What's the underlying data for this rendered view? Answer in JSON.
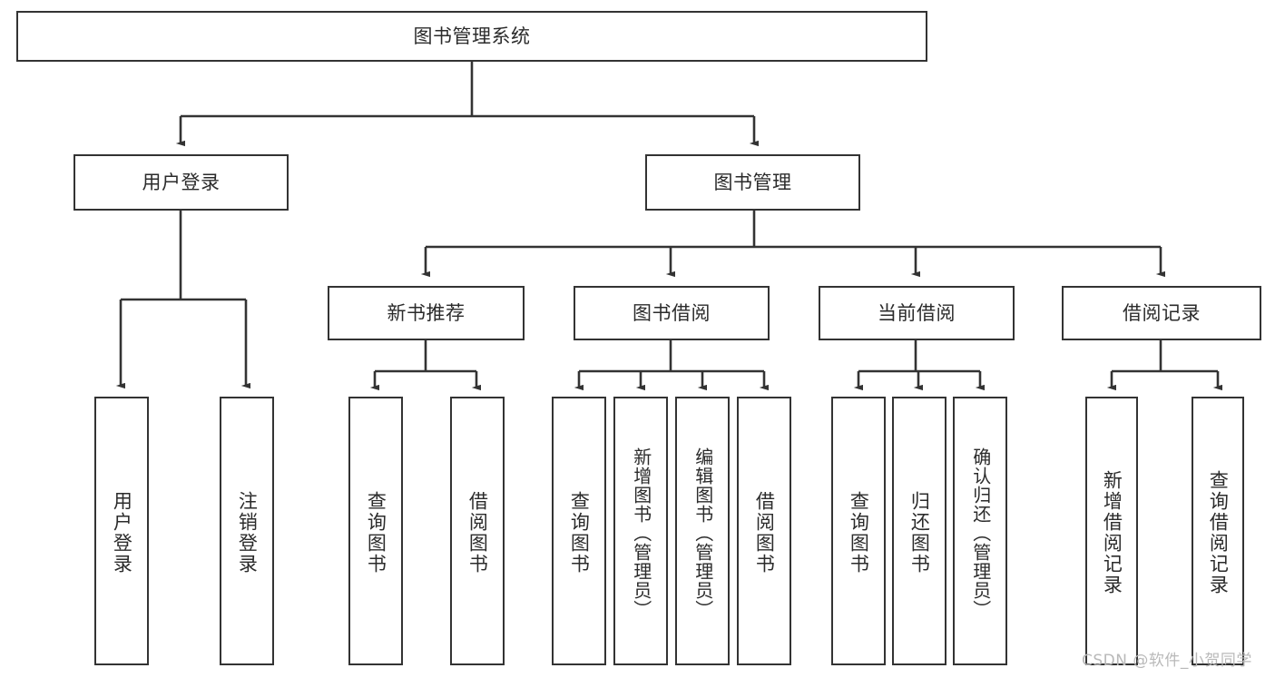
{
  "diagram": {
    "type": "tree",
    "title": "图书管理系统",
    "style": {
      "box_border_color": "#333333",
      "box_fill_color": "#ffffff",
      "connector_color": "#333333",
      "text_color": "#2b2b2b",
      "background": "#ffffff"
    },
    "root": {
      "label": "图书管理系统"
    },
    "level2": [
      {
        "label": "用户登录"
      },
      {
        "label": "图书管理"
      }
    ],
    "level3": [
      {
        "label": "新书推荐"
      },
      {
        "label": "图书借阅"
      },
      {
        "label": "当前借阅"
      },
      {
        "label": "借阅记录"
      }
    ],
    "leaves": {
      "user_login": [
        {
          "label": "用户登录"
        },
        {
          "label": "注销登录"
        }
      ],
      "new_book_recommend": [
        {
          "label": "查询图书"
        },
        {
          "label": "借阅图书"
        }
      ],
      "book_borrow": [
        {
          "label": "查询图书"
        },
        {
          "label": "新增图书（管理员）"
        },
        {
          "label": "编辑图书（管理员）"
        },
        {
          "label": "借阅图书"
        }
      ],
      "current_borrow": [
        {
          "label": "查询图书"
        },
        {
          "label": "归还图书"
        },
        {
          "label": "确认归还（管理员）"
        }
      ],
      "borrow_record": [
        {
          "label": "新增借阅记录"
        },
        {
          "label": "查询借阅记录"
        }
      ]
    }
  },
  "watermark": {
    "text": "CSDN @软件_小贺同学"
  }
}
